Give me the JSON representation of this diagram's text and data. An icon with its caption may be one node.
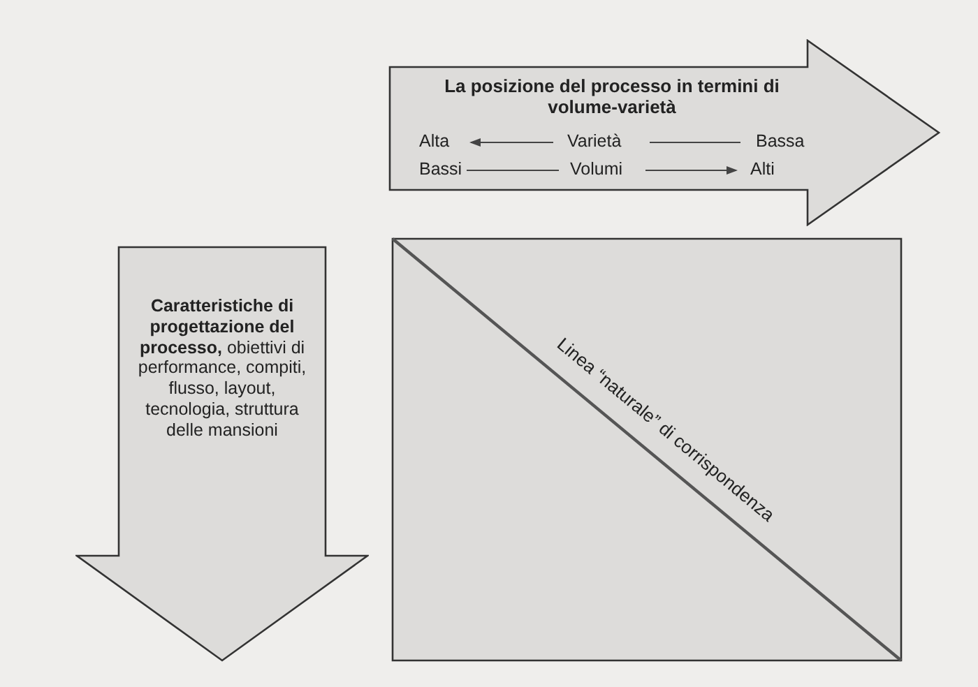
{
  "diagram": {
    "nodes": [
      {
        "text": [
          "La posizione del processo in termini di volume-varietà"
        ]
      },
      {
        "text": [
          "**Caratteristiche di progettazione del processo,** obiettivi di performance, compiti, flusso, layout, tecnologia, struttura delle mansioni"
        ]
      },
      {
        "text": [],
        "shape": "box"
      }
    ],
    "edges": [],
    "labels": [
      "Alta",
      "Varietà",
      "Bassa",
      "Bassi",
      "Volumi",
      "Alti",
      "Linea “naturale” di corrispondenza"
    ]
  }
}
